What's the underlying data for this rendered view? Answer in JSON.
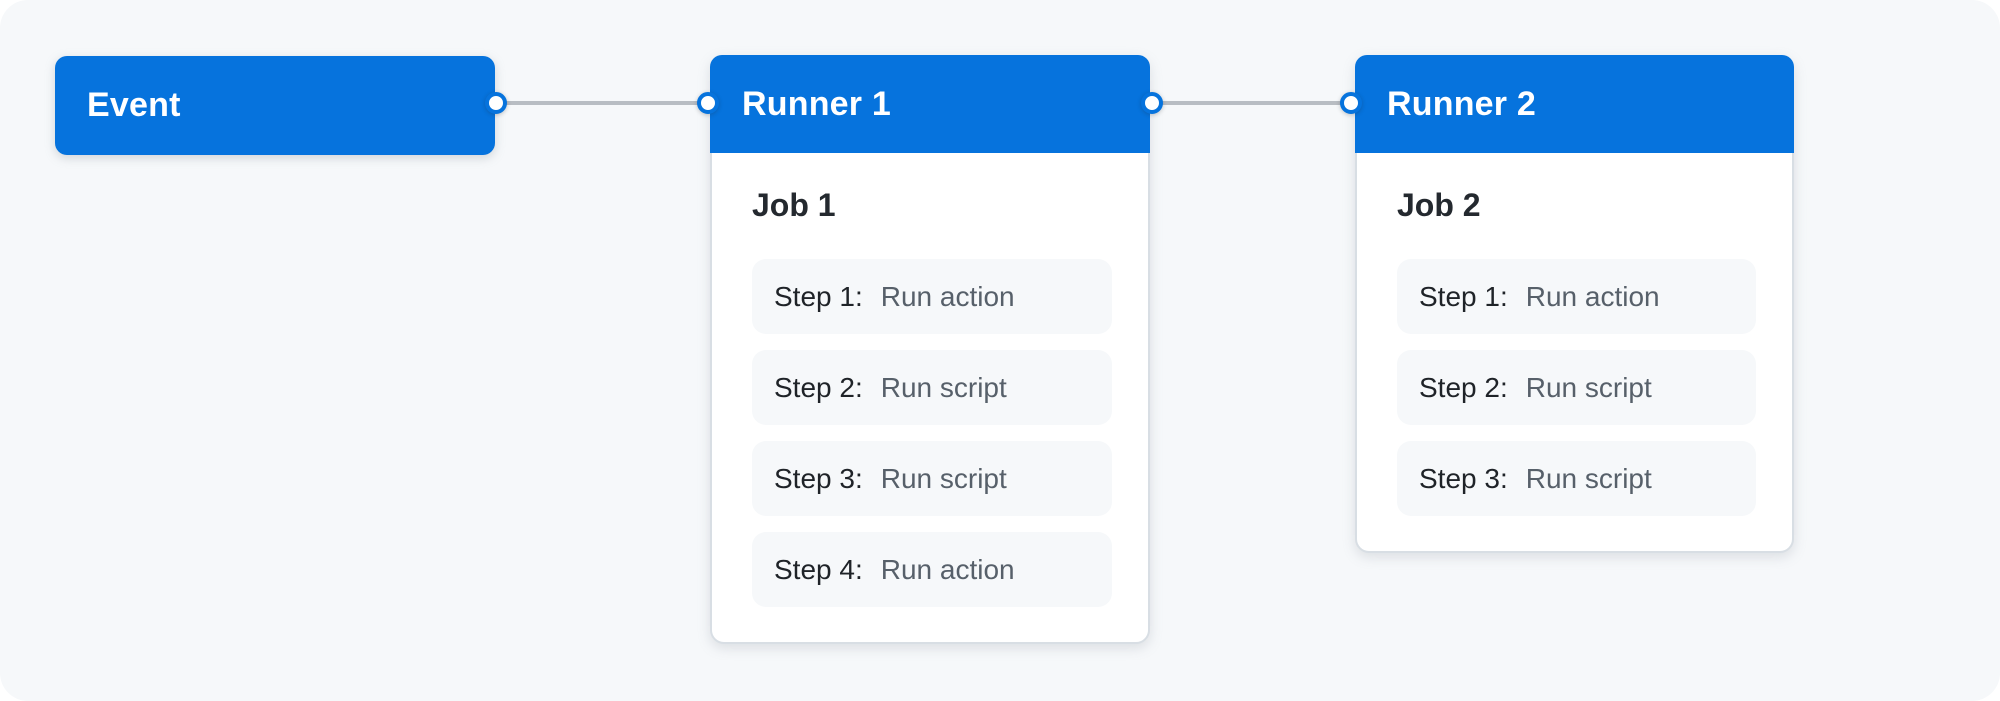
{
  "colors": {
    "accent_blue": "#0673dd",
    "panel_bg": "#f6f8fa",
    "card_bg": "#ffffff",
    "card_border": "#d8dee4",
    "step_bg": "#f6f8fa",
    "connector_gray": "#b8bdc3",
    "node_title_text": "#ffffff",
    "job_heading_text": "#24292f",
    "step_label_text": "#1f2328",
    "step_value_text": "#57606a"
  },
  "diagram": {
    "event": {
      "label": "Event"
    },
    "runner1": {
      "title": "Runner 1",
      "job_title": "Job 1",
      "steps": [
        {
          "label": "Step 1:",
          "value": "Run action"
        },
        {
          "label": "Step 2:",
          "value": "Run script"
        },
        {
          "label": "Step 3:",
          "value": "Run script"
        },
        {
          "label": "Step 4:",
          "value": "Run action"
        }
      ]
    },
    "runner2": {
      "title": "Runner 2",
      "job_title": "Job 2",
      "steps": [
        {
          "label": "Step 1:",
          "value": "Run action"
        },
        {
          "label": "Step 2:",
          "value": "Run script"
        },
        {
          "label": "Step 3:",
          "value": "Run script"
        }
      ]
    }
  }
}
